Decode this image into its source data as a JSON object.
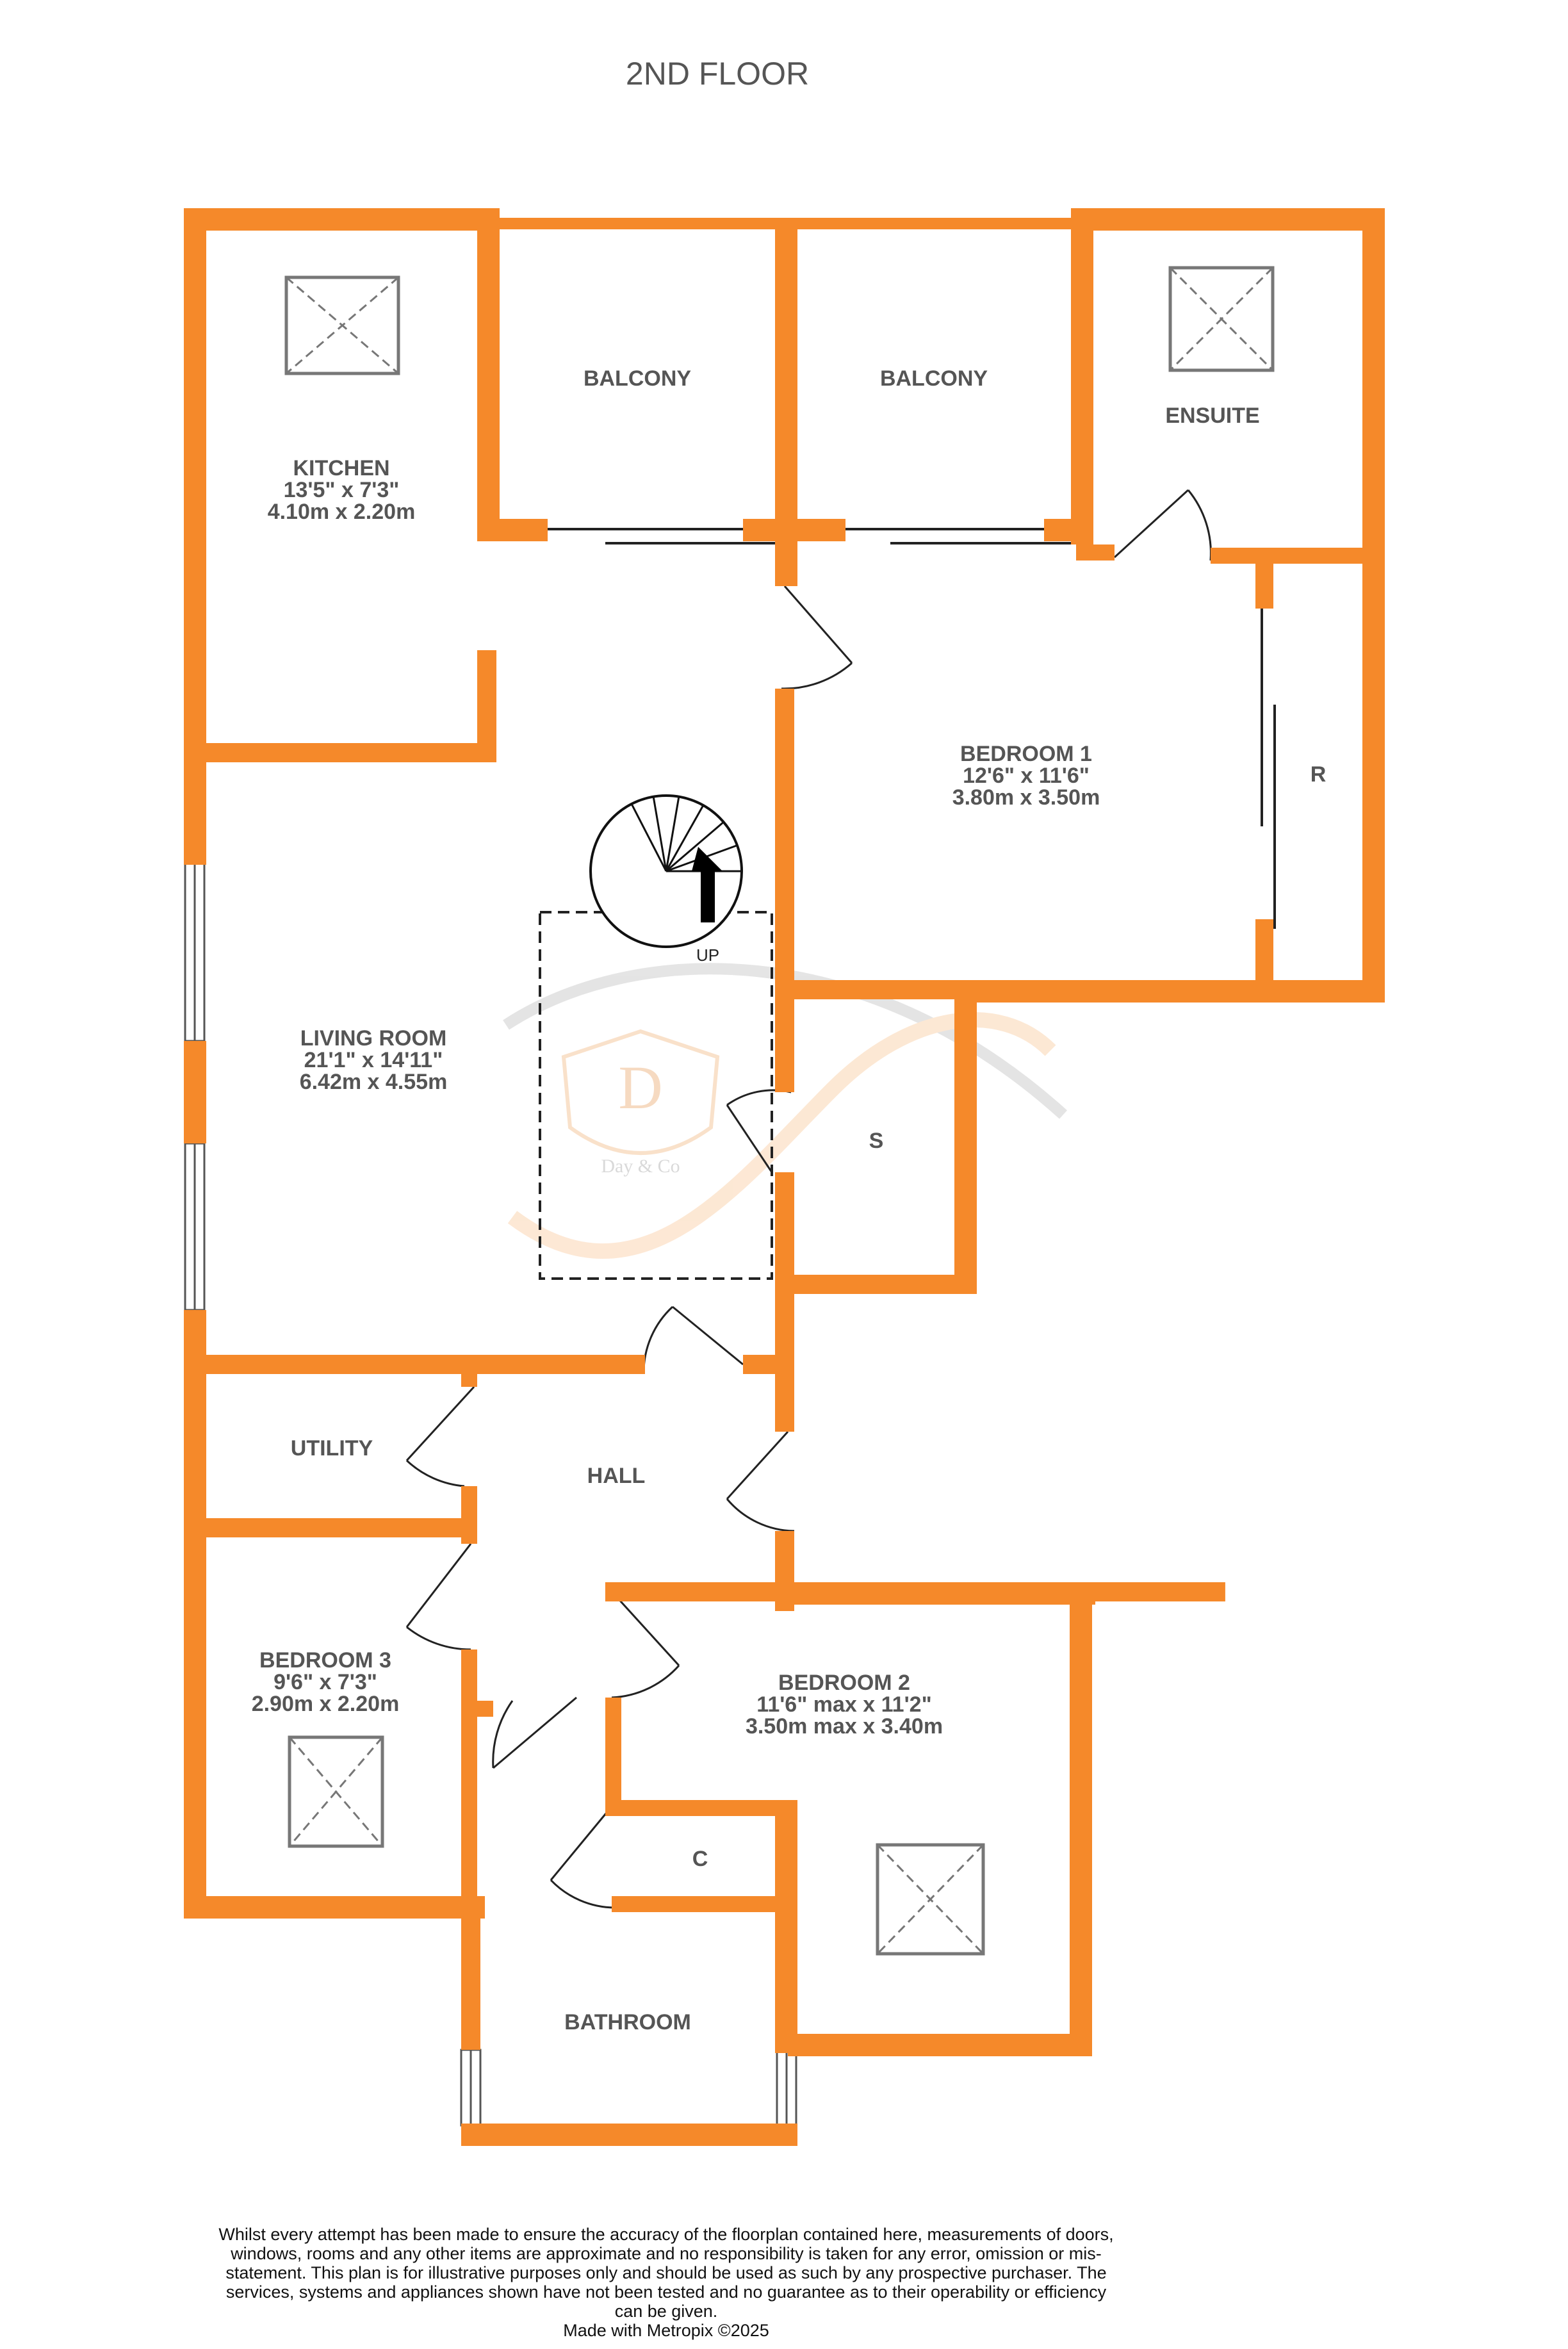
{
  "floor_title": "2ND FLOOR",
  "rooms": {
    "kitchen": {
      "name": "KITCHEN",
      "imperial": "13'5\"  x 7'3\"",
      "metric": "4.10m  x 2.20m"
    },
    "balcony_left": {
      "name": "BALCONY"
    },
    "balcony_right": {
      "name": "BALCONY"
    },
    "ensuite": {
      "name": "ENSUITE"
    },
    "bedroom1": {
      "name": "BEDROOM 1",
      "imperial": "12'6\"  x 11'6\"",
      "metric": "3.80m  x 3.50m"
    },
    "robe": {
      "name": "R"
    },
    "living_room": {
      "name": "LIVING ROOM",
      "imperial": "21'1\"  x 14'11\"",
      "metric": "6.42m  x 4.55m"
    },
    "store": {
      "name": "S"
    },
    "utility": {
      "name": "UTILITY"
    },
    "hall": {
      "name": "HALL"
    },
    "bedroom3": {
      "name": "BEDROOM 3",
      "imperial": "9'6\"  x 7'3\"",
      "metric": "2.90m  x 2.20m"
    },
    "bedroom2": {
      "name": "BEDROOM 2",
      "imperial": "11'6\" max x 11'2\"",
      "metric": "3.50m max x 3.40m"
    },
    "cupboard": {
      "name": "C"
    },
    "bathroom": {
      "name": "BATHROOM"
    }
  },
  "stairs": {
    "label": "UP"
  },
  "watermark": {
    "initial": "D",
    "name": "Day & Co"
  },
  "colors": {
    "wall": "#f5892a",
    "text": "#555555",
    "skylight": "#777777"
  },
  "disclaimer": "Whilst every attempt has been made to ensure the accuracy of the floorplan contained here, measurements of doors, windows, rooms and any other items are approximate and no responsibility is taken for any error, omission or mis-statement. This plan is for illustrative purposes only and should be used as such by any prospective purchaser. The services, systems and appliances shown have not been tested and no guarantee as to their operability or efficiency can be given.",
  "credit": "Made with Metropix ©2025"
}
